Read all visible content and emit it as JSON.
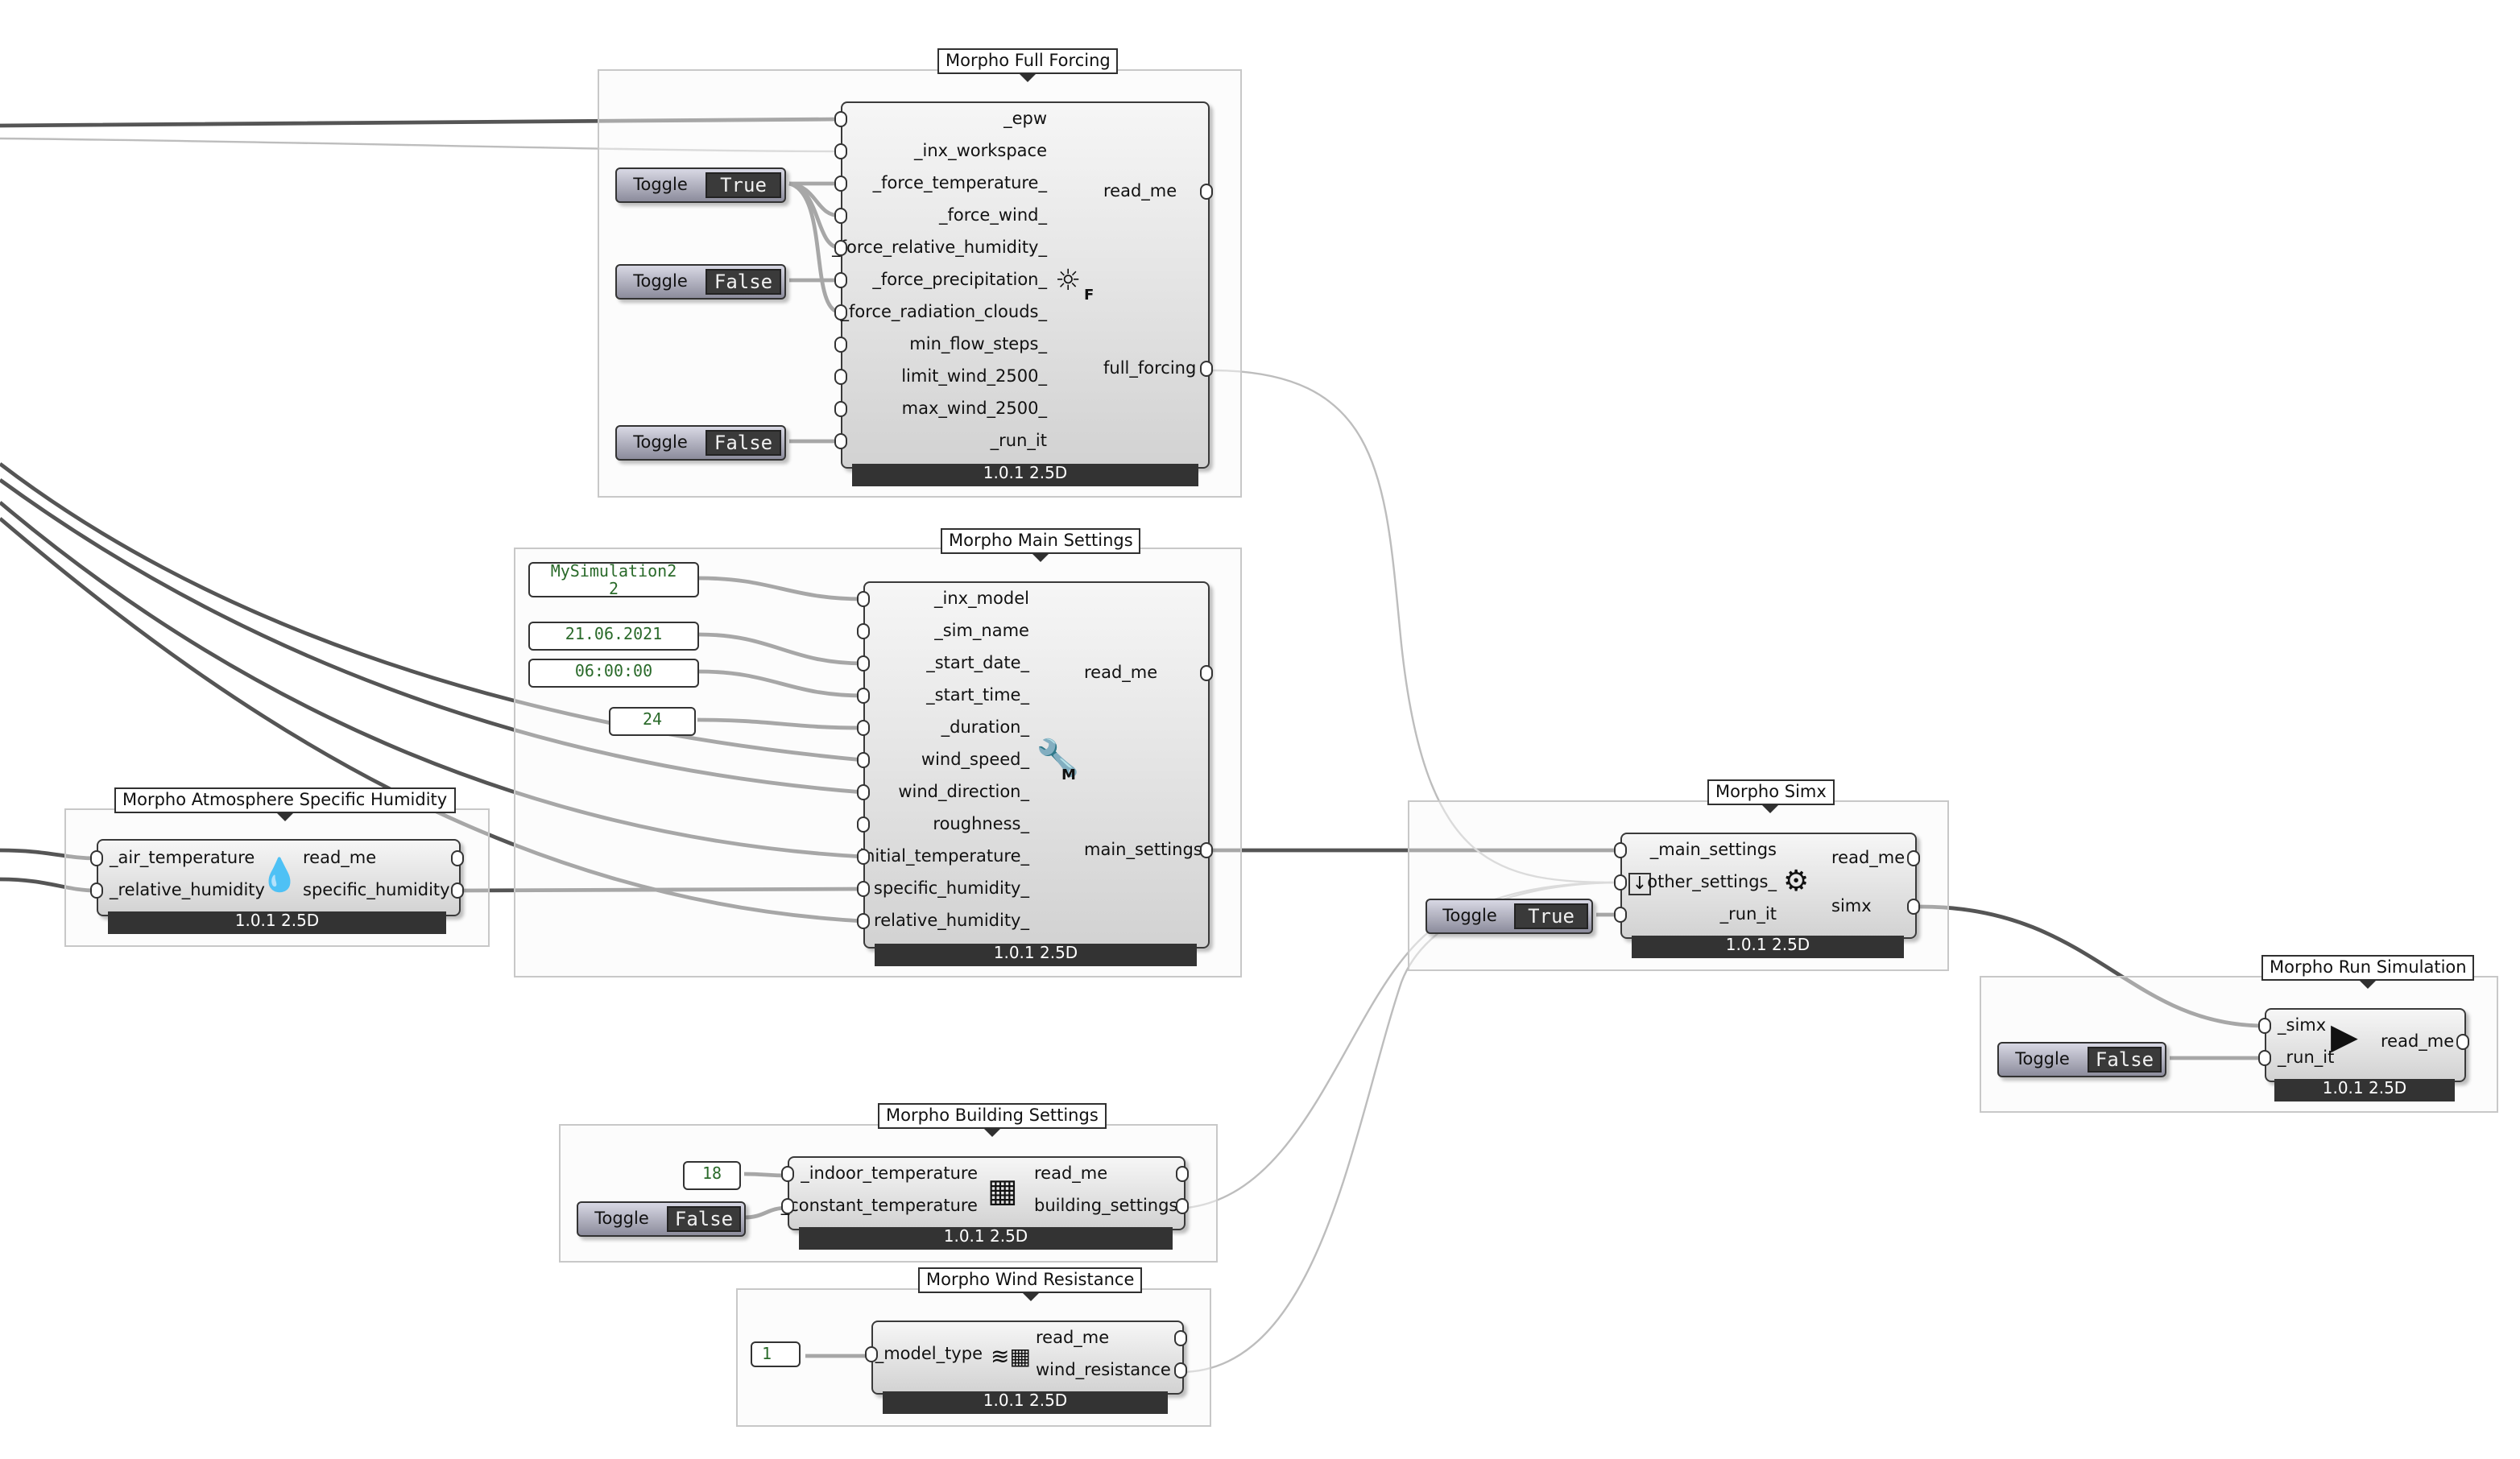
{
  "groups": {
    "full_forcing": "Morpho Full Forcing",
    "main_settings": "Morpho Main Settings",
    "humidity": "Morpho Atmosphere Specific Humidity",
    "simx": "Morpho Simx",
    "run": "Morpho Run Simulation",
    "building": "Morpho Building Settings",
    "wind_res": "Morpho Wind Resistance"
  },
  "components": {
    "full_forcing": {
      "inputs": [
        "_epw",
        "_inx_workspace",
        "_force_temperature_",
        "_force_wind_",
        "_force_relative_humidity_",
        "_force_precipitation_",
        "_force_radiation_clouds_",
        "min_flow_steps_",
        "limit_wind_2500_",
        "max_wind_2500_",
        "_run_it"
      ],
      "outputs": [
        "read_me",
        "full_forcing"
      ],
      "version": "1.0.1 2.5D",
      "icon": "sun-gear-icon"
    },
    "main_settings": {
      "inputs": [
        "_inx_model",
        "_sim_name",
        "_start_date_",
        "_start_time_",
        "_duration_",
        "wind_speed_",
        "wind_direction_",
        "roughness_",
        "initial_temperature_",
        "specific_humidity_",
        "relative_humidity_"
      ],
      "outputs": [
        "read_me",
        "main_settings"
      ],
      "version": "1.0.1 2.5D",
      "icon": "wrench-icon"
    },
    "humidity": {
      "inputs": [
        "_air_temperature",
        "_relative_humidity"
      ],
      "outputs": [
        "read_me",
        "specific_humidity"
      ],
      "version": "1.0.1 2.5D",
      "icon": "droplet-percent-icon"
    },
    "simx": {
      "inputs": [
        "_main_settings",
        "other_settings_",
        "_run_it"
      ],
      "outputs": [
        "read_me",
        "simx"
      ],
      "version": "1.0.1 2.5D",
      "icon": "gears-icon"
    },
    "run": {
      "inputs": [
        "_simx",
        "_run_it"
      ],
      "outputs": [
        "read_me"
      ],
      "version": "1.0.1 2.5D",
      "icon": "play-gears-icon"
    },
    "building": {
      "inputs": [
        "_indoor_temperature",
        "_constant_temperature"
      ],
      "outputs": [
        "read_me",
        "building_settings"
      ],
      "version": "1.0.1 2.5D",
      "icon": "building-icon"
    },
    "wind_res": {
      "inputs": [
        "_model_type"
      ],
      "outputs": [
        "read_me",
        "wind_resistance"
      ],
      "version": "1.0.1 2.5D",
      "icon": "wind-building-icon"
    }
  },
  "toggles": {
    "ff_temperature": {
      "label": "Toggle",
      "value": "True"
    },
    "ff_precip": {
      "label": "Toggle",
      "value": "False"
    },
    "ff_run": {
      "label": "Toggle",
      "value": "False"
    },
    "simx_run": {
      "label": "Toggle",
      "value": "True"
    },
    "run_run": {
      "label": "Toggle",
      "value": "False"
    },
    "building_const": {
      "label": "Toggle",
      "value": "False"
    }
  },
  "panels": {
    "sim_name": "MySimulation2\n2",
    "start_date": "21.06.2021",
    "start_time": "06:00:00",
    "duration": "24",
    "indoor_temp": "18",
    "model_type": "1"
  }
}
